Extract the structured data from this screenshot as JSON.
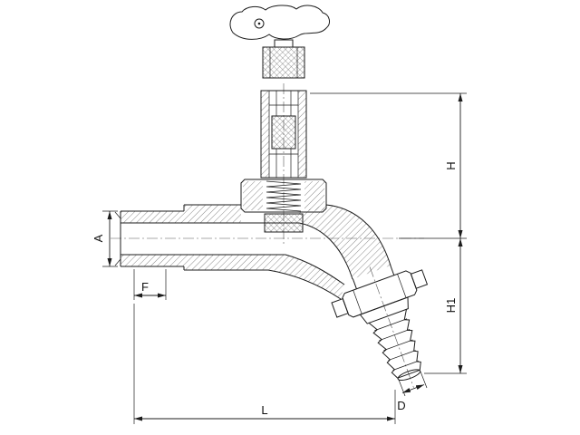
{
  "page": {
    "background_color": "#ffffff"
  },
  "drawing": {
    "kind": "sectional technical drawing of a bibcock tap with handle, threaded inlet and hose-union outlet",
    "line_color": "#1c1c1c",
    "dimension_labels": {
      "A": "A",
      "F": "F",
      "H": "H",
      "H1": "H1",
      "L": "L",
      "D": "D"
    }
  }
}
